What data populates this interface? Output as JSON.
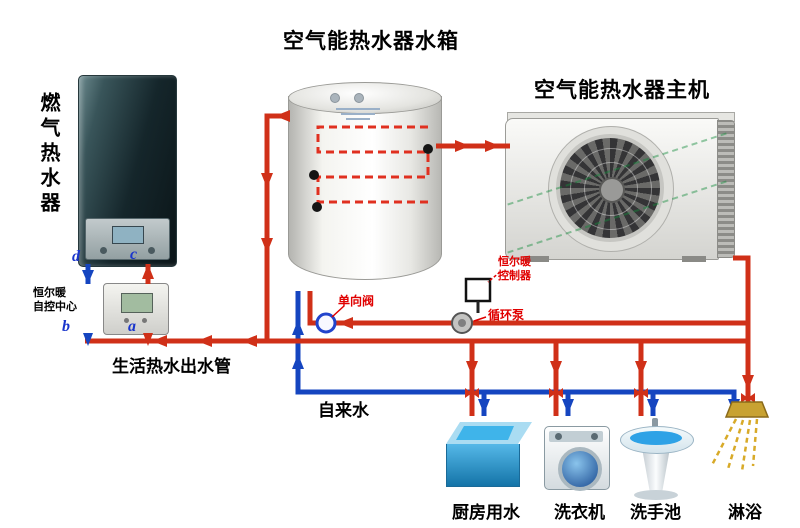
{
  "titles": {
    "tank": "空气能热水器水箱",
    "unit": "空气能热水器主机"
  },
  "equipment": {
    "gas_heater": "燃气热水器",
    "control_center_line1": "恒尔暖",
    "control_center_line2": "自控中心"
  },
  "points": {
    "a": "a",
    "b": "b",
    "c": "c",
    "d": "d"
  },
  "pipe_labels": {
    "hot_out": "生活热水出水管",
    "tap_water": "自来水",
    "check_valve": "单向阀",
    "controller_line1": "恒尔暖",
    "controller_line2": "控制器",
    "pump": "循环泵"
  },
  "fixtures": [
    {
      "label": "厨房用水"
    },
    {
      "label": "洗衣机"
    },
    {
      "label": "洗手池"
    },
    {
      "label": "淋浴"
    }
  ],
  "colors": {
    "hot_pipe": "#d03018",
    "cold_pipe": "#1545c0",
    "red_label": "#e00000",
    "blue_letter": "#1a35cc"
  }
}
